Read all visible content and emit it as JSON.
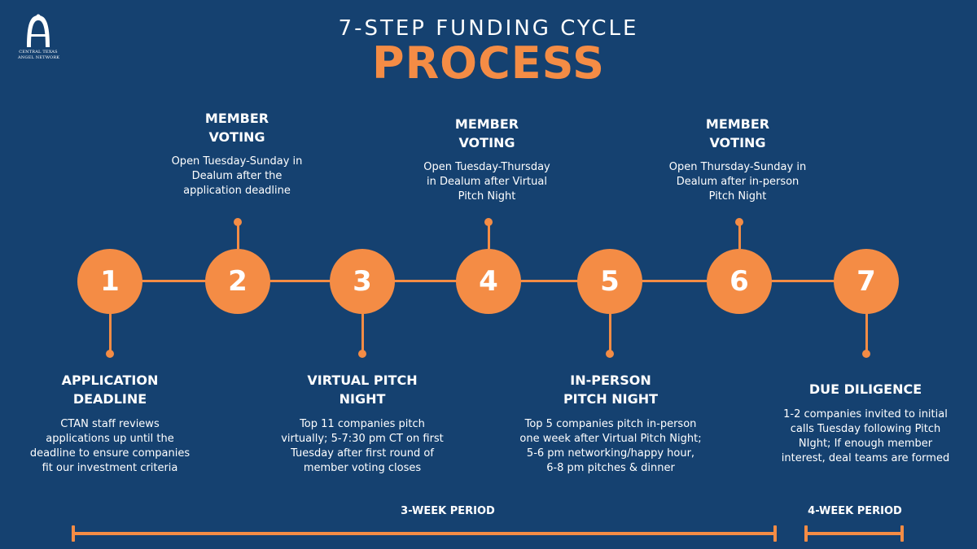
{
  "header": {
    "title_top": "7-STEP FUNDING CYCLE",
    "title_main": "PROCESS"
  },
  "logo": {
    "icon": "arch-a-logo-icon",
    "line1": "CENTRAL TEXAS",
    "line2": "ANGEL NETWORK"
  },
  "colors": {
    "background": "#154170",
    "accent": "#f48c45",
    "text": "#ffffff"
  },
  "steps": [
    {
      "number": "1",
      "title_line1": "APPLICATION",
      "title_line2": "DEADLINE",
      "desc": [
        "CTAN staff reviews",
        "applications up until the",
        "deadline to ensure companies",
        "fit our investment criteria"
      ]
    },
    {
      "number": "2",
      "title_line1": "MEMBER",
      "title_line2": "VOTING",
      "desc": [
        "Open Tuesday-Sunday in",
        "Dealum after the",
        "application deadline"
      ]
    },
    {
      "number": "3",
      "title_line1": "VIRTUAL PITCH",
      "title_line2": "NIGHT",
      "desc": [
        "Top 11 companies pitch",
        "virtually; 5-7:30 pm CT on first",
        "Tuesday after first round of",
        "member voting closes"
      ]
    },
    {
      "number": "4",
      "title_line1": "MEMBER",
      "title_line2": "VOTING",
      "desc": [
        "Open Tuesday-Thursday",
        "in Dealum after Virtual",
        "Pitch Night"
      ]
    },
    {
      "number": "5",
      "title_line1": "IN-PERSON",
      "title_line2": "PITCH NIGHT",
      "desc": [
        "Top 5 companies pitch in-person",
        "one week after Virtual Pitch Night;",
        "5-6 pm networking/happy hour,",
        "6-8 pm pitches & dinner"
      ]
    },
    {
      "number": "6",
      "title_line1": "MEMBER",
      "title_line2": "VOTING",
      "desc": [
        "Open Thursday-Sunday in",
        "Dealum after in-person",
        "Pitch Night"
      ]
    },
    {
      "number": "7",
      "title_line1": "DUE DILIGENCE",
      "title_line2": "",
      "desc": [
        "1-2 companies invited to initial",
        "calls Tuesday following Pitch",
        "NIght; If enough member",
        "interest, deal teams are formed"
      ]
    }
  ],
  "periods": [
    {
      "label": "3-WEEK PERIOD"
    },
    {
      "label": "4-WEEK PERIOD"
    }
  ]
}
